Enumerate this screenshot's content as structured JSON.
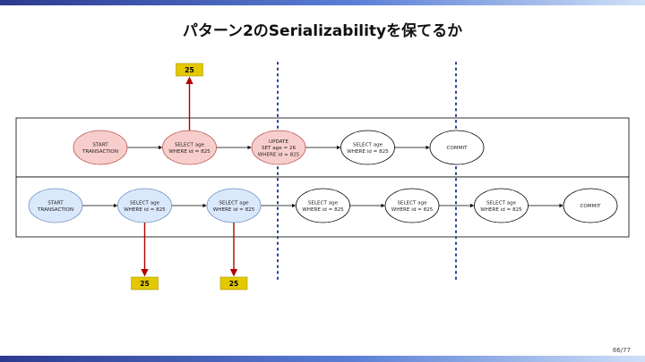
{
  "slide": {
    "title": "パターン2のSerializabilityを保てるか",
    "page": "66/77"
  },
  "colors": {
    "red_fill": "#f8cecc",
    "red_stroke": "#b85450",
    "blue_fill": "#dae8fc",
    "blue_stroke": "#6c8ebf",
    "white_fill": "#ffffff",
    "node_stroke": "#000000",
    "value_box_fill": "#e3c800",
    "value_arrow": "#b20000",
    "divider": "#1f3f99"
  },
  "transactions": [
    {
      "nodes": [
        {
          "lines": [
            "START",
            "TRANSACTION"
          ],
          "style": "red"
        },
        {
          "lines": [
            "SELECT age",
            "WHERE id = 825"
          ],
          "style": "red"
        },
        {
          "lines": [
            "UPDATE",
            "SET age = 26",
            "WHERE id = 825"
          ],
          "style": "red"
        },
        {
          "lines": [
            "SELECT age",
            "WHERE id = 825"
          ],
          "style": "white"
        },
        {
          "lines": [
            "COMMIT"
          ],
          "style": "white"
        }
      ]
    },
    {
      "nodes": [
        {
          "lines": [
            "START",
            "TRANSACTION"
          ],
          "style": "blue"
        },
        {
          "lines": [
            "SELECT age",
            "WHERE id = 825"
          ],
          "style": "blue"
        },
        {
          "lines": [
            "SELECT age",
            "WHERE id = 825"
          ],
          "style": "blue"
        },
        {
          "lines": [
            "SELECT age",
            "WHERE id = 825"
          ],
          "style": "white"
        },
        {
          "lines": [
            "SELECT age",
            "WHERE id = 825"
          ],
          "style": "white"
        },
        {
          "lines": [
            "SELECT age",
            "WHERE id = 825"
          ],
          "style": "white"
        },
        {
          "lines": [
            "COMMIT"
          ],
          "style": "white"
        }
      ]
    }
  ],
  "read_values": [
    {
      "transaction": 0,
      "node": 1,
      "value": "25",
      "direction": "up"
    },
    {
      "transaction": 1,
      "node": 1,
      "value": "25",
      "direction": "down"
    },
    {
      "transaction": 1,
      "node": 2,
      "value": "25",
      "direction": "down"
    }
  ]
}
